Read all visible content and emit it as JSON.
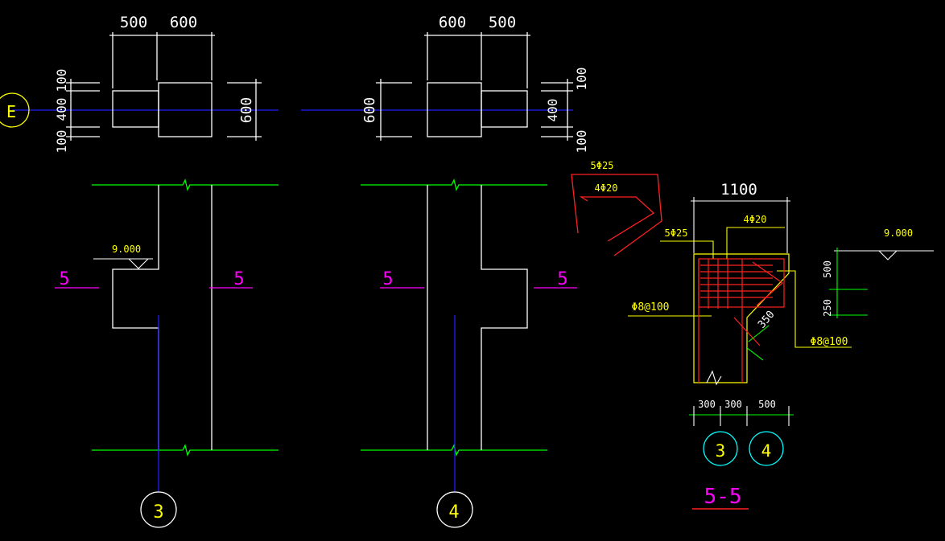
{
  "colors": {
    "background": "#000000",
    "white": "#ffffff",
    "blue": "#2020ff",
    "green": "#00ff00",
    "yellow": "#ffff00",
    "magenta": "#ff00ff",
    "red": "#ff2020",
    "cyan": "#00ffff"
  },
  "plan": {
    "left": {
      "dim_top_a": "500",
      "dim_top_b": "600",
      "dim_left_top": "100",
      "dim_left_mid": "400",
      "dim_left_bot": "100",
      "dim_right": "600",
      "axis_label": "E"
    },
    "right": {
      "dim_top_a": "600",
      "dim_top_b": "500",
      "dim_left": "600",
      "dim_right_top": "100",
      "dim_right_mid": "400",
      "dim_right_bot": "100"
    }
  },
  "elevation": {
    "left": {
      "level": "9.000",
      "section_left": "5",
      "section_right": "5",
      "axis_label": "3"
    },
    "right": {
      "section_left": "5",
      "section_right": "5",
      "axis_label": "4"
    }
  },
  "section": {
    "rebar_top_a": "5Φ25",
    "rebar_top_b": "4Φ20",
    "dim_width": "1100",
    "rebar_b": "4Φ20",
    "rebar_a": "5Φ25",
    "stirrup_left": "Φ8@100",
    "stirrup_right": "Φ8@100",
    "dim_diag": "350",
    "level": "9.000",
    "dim_v1": "500",
    "dim_v2": "250",
    "dim_b1": "300",
    "dim_b2": "300",
    "dim_b3": "500",
    "axis_a": "3",
    "axis_b": "4",
    "title": "5-5"
  }
}
